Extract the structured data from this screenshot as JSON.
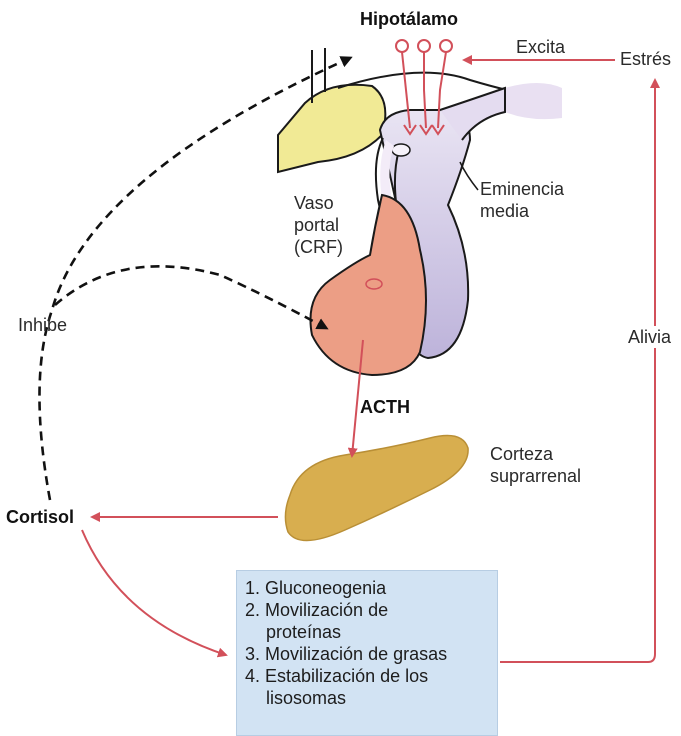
{
  "labels": {
    "hypothalamus": "Hipotálamo",
    "excites": "Excita",
    "stress": "Estrés",
    "portal_vessel_line1": "Vaso",
    "portal_vessel_line2": "portal",
    "portal_vessel_line3": "(CRF)",
    "median_eminence_line1": "Eminencia",
    "median_eminence_line2": "media",
    "inhibits": "Inhibe",
    "relieves": "Alivia",
    "acth": "ACTH",
    "adrenal_cortex_line1": "Corteza",
    "adrenal_cortex_line2": "suprarrenal",
    "cortisol": "Cortisol"
  },
  "effects": [
    {
      "number": "1.",
      "text": "Gluconeogenia",
      "continuation": ""
    },
    {
      "number": "2.",
      "text": "Movilización de",
      "continuation": "proteínas"
    },
    {
      "number": "3.",
      "text": "Movilización de grasas",
      "continuation": ""
    },
    {
      "number": "4.",
      "text": "Estabilización de los",
      "continuation": "lisosomas"
    }
  ],
  "colors": {
    "arrow_red": "#d2505a",
    "anterior_pituitary": "#ec9e85",
    "posterior_pituitary": "#cbc3e1",
    "adrenal_cortex": "#d8ae4f",
    "effects_box": "#d2e3f3",
    "optic_chiasm": "#f1ea95"
  }
}
